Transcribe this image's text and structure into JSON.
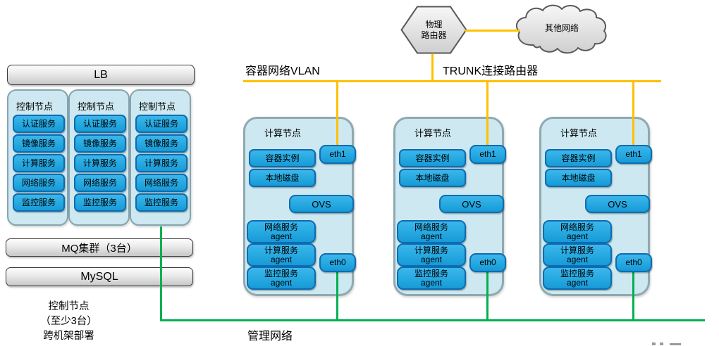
{
  "labels": {
    "vlan": "容器网络VLAN",
    "trunk": "TRUNK连接路由器",
    "management": "管理网络",
    "note_line1": "控制节点",
    "note_line2": "（至少3台）",
    "note_line3": "跨机架部署"
  },
  "router": {
    "line1": "物理",
    "line2": "路由器"
  },
  "cloud": {
    "label": "其他网络"
  },
  "lb": {
    "label": "LB"
  },
  "control_node": {
    "title": "控制节点",
    "services": [
      "认证服务",
      "镜像服务",
      "计算服务",
      "网络服务",
      "监控服务"
    ]
  },
  "mq": {
    "label": "MQ集群（3台）"
  },
  "mysql": {
    "label": "MySQL"
  },
  "compute_node": {
    "title": "计算节点",
    "container_instance": "容器实例",
    "local_disk": "本地磁盘",
    "ovs": "OVS",
    "agents": [
      {
        "line1": "网络服务",
        "line2": "agent"
      },
      {
        "line1": "计算服务",
        "line2": "agent"
      },
      {
        "line1": "监控服务",
        "line2": "agent"
      }
    ],
    "eth1": "eth1",
    "eth0": "eth0"
  },
  "colors": {
    "vlan_line": "#FFC000",
    "management_line": "#00B050",
    "panel_fill": "#CDE8F0",
    "panel_border": "#8FA9B1",
    "service_fill": "#29ABE2",
    "service_border": "#0D6CB0",
    "gray_fill": "#D9D9D9"
  }
}
